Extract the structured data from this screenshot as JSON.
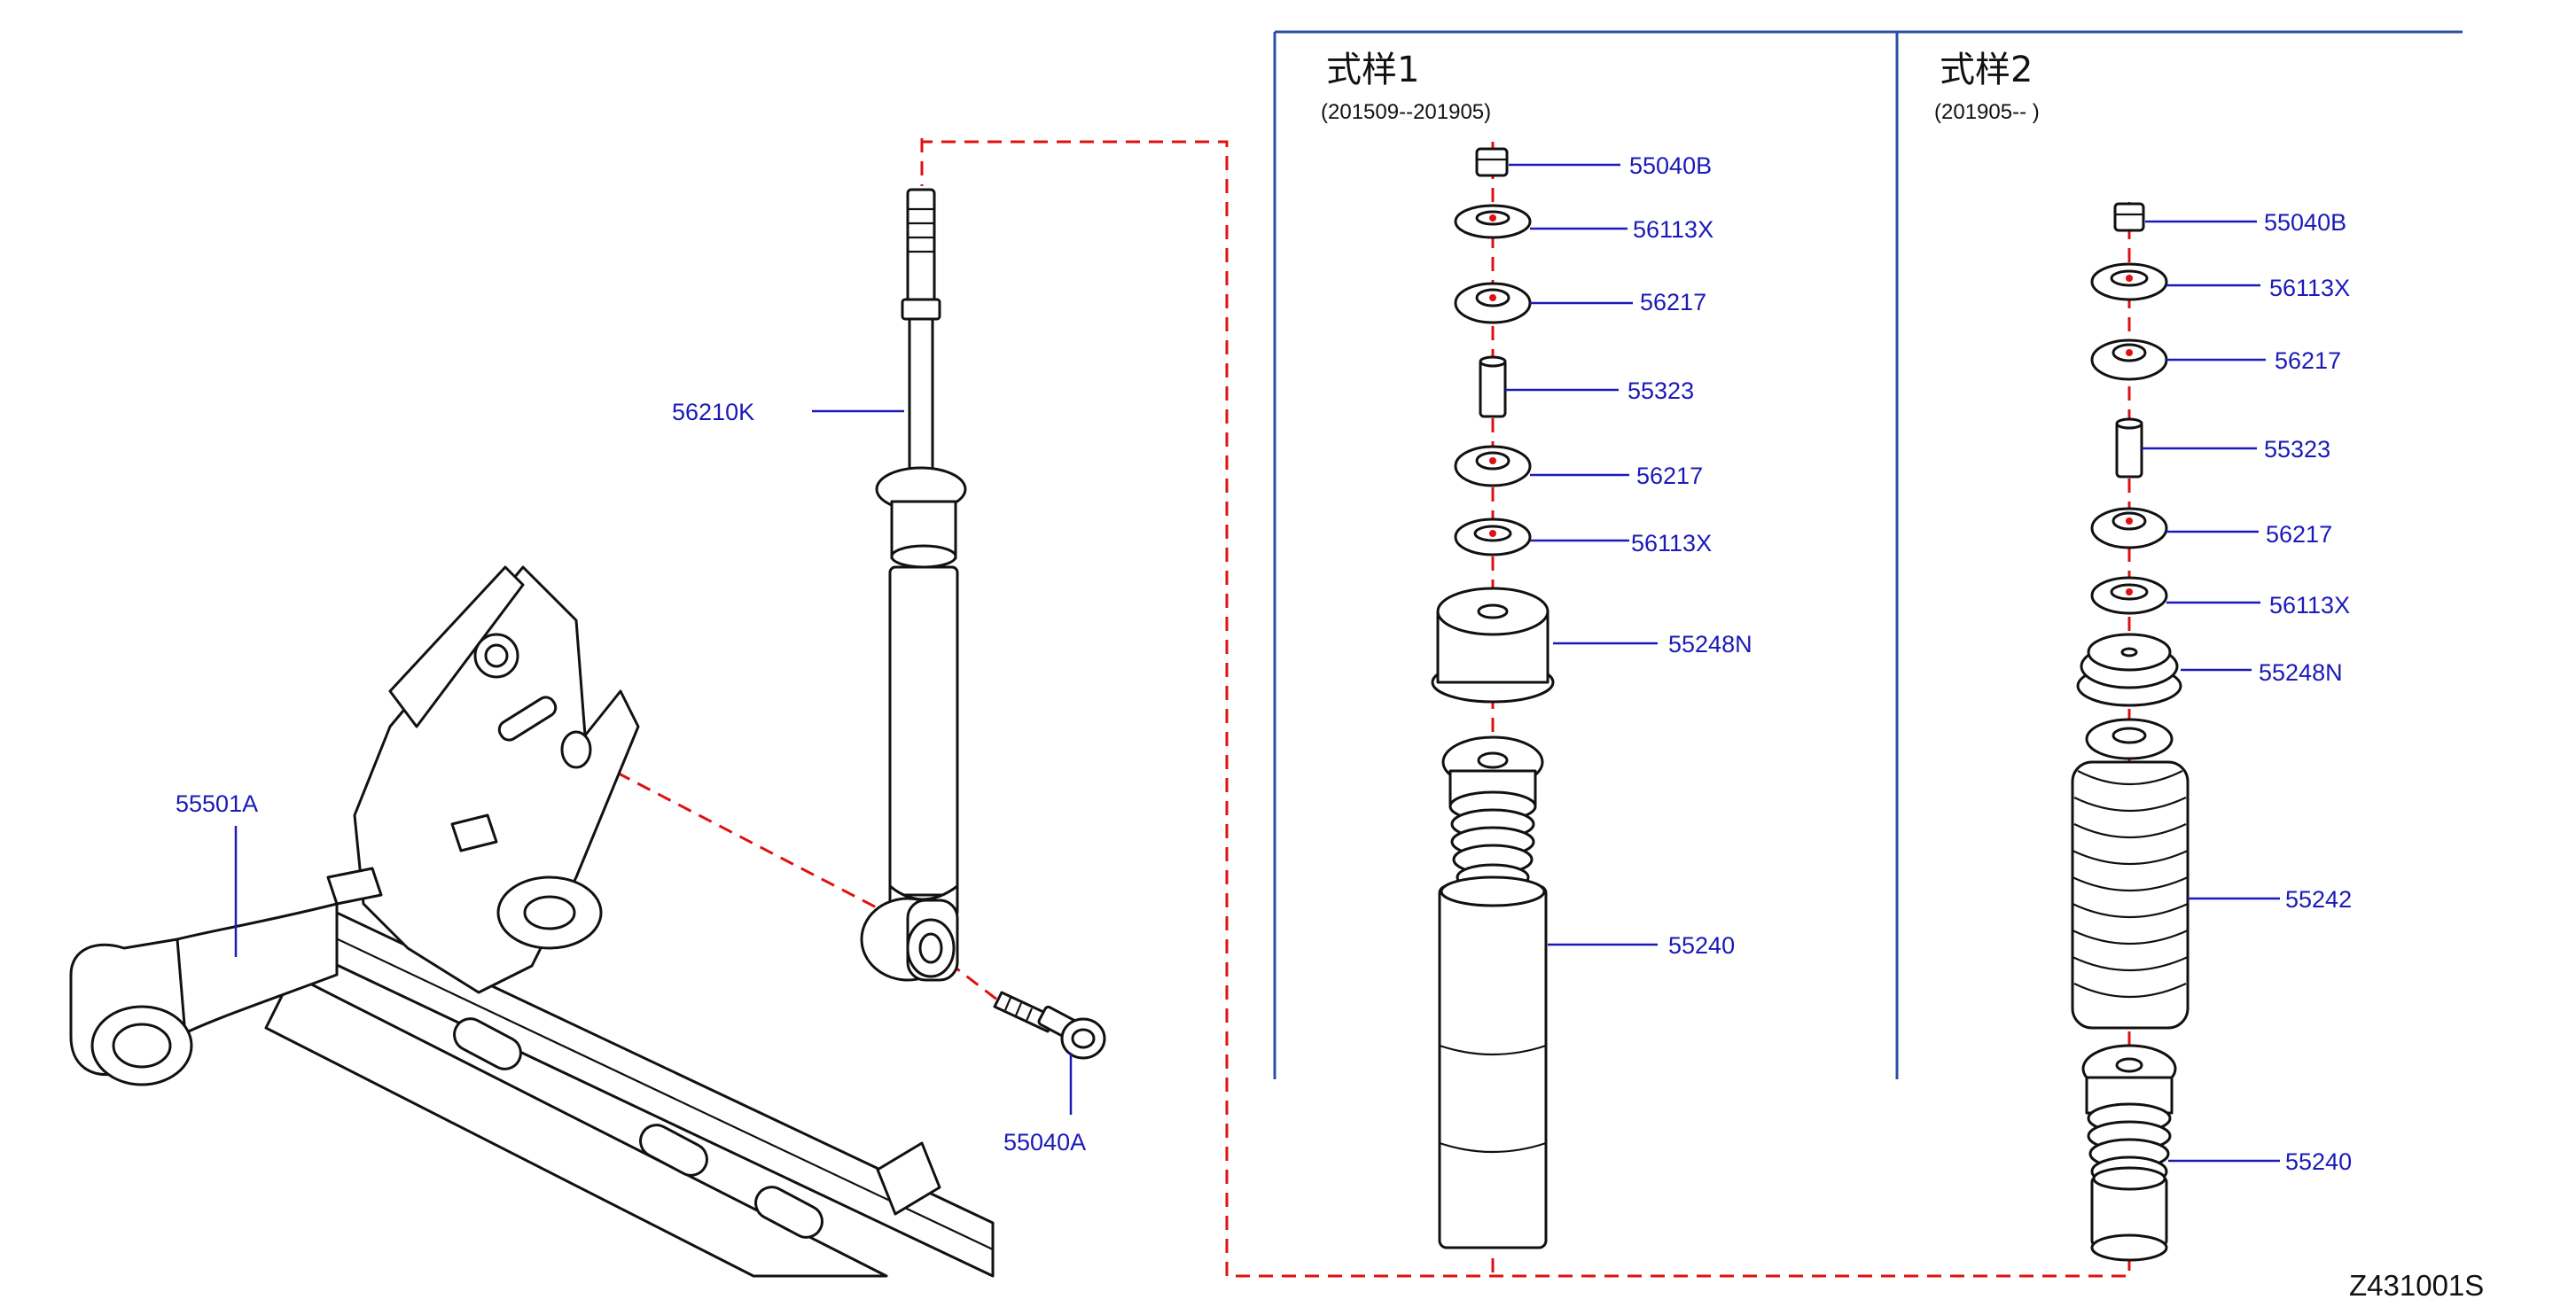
{
  "variants": [
    {
      "title": "式样1",
      "period": "(201509--201905)"
    },
    {
      "title": "式样2",
      "period": "(201905--    )"
    }
  ],
  "main_labels": {
    "shock_absorber": "56210K",
    "axle_beam": "55501A",
    "bolt": "55040A"
  },
  "variant1_labels": [
    "55040B",
    "56113X",
    "56217",
    "55323",
    "56217",
    "56113X",
    "55248N",
    "55240"
  ],
  "variant2_labels": [
    "55040B",
    "56113X",
    "56217",
    "55323",
    "56217",
    "56113X",
    "55248N",
    "55242",
    "55240"
  ],
  "diagram_code": "Z431001S",
  "colors": {
    "label": "#1a1ab8",
    "leader": "#1a1ab8",
    "dashed_line": "#e01010",
    "frame": "#2a4fa8",
    "outline": "#111111"
  }
}
